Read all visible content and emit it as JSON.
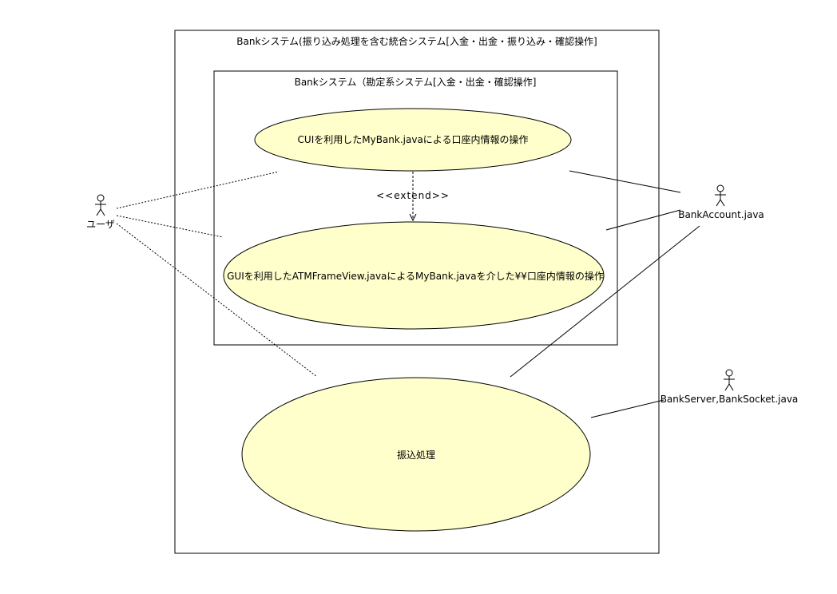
{
  "diagram": {
    "outer_system": {
      "title": "Bankシステム(振り込み処理を含む統合システム[入金・出金・振り込み・確認操作]"
    },
    "inner_system": {
      "title": "Bankシステム（勘定系システム[入金・出金・確認操作]"
    },
    "use_cases": [
      {
        "id": "cui",
        "label": "CUIを利用したMyBank.javaによる口座内情報の操作"
      },
      {
        "id": "gui",
        "label": "GUIを利用したATMFrameView.javaによるMyBank.javaを介した¥¥口座内情報の操作"
      },
      {
        "id": "transfer",
        "label": "振込処理"
      }
    ],
    "extend_label": "<<extend>>",
    "actors": [
      {
        "id": "user",
        "label": "ユーザ"
      },
      {
        "id": "bank_account",
        "label": "BankAccount.java"
      },
      {
        "id": "bank_server",
        "label": "BankServer,BankSocket.java"
      }
    ],
    "colors": {
      "use_case_fill": "#ffffcc",
      "stroke": "#000000",
      "background": "#ffffff"
    }
  }
}
